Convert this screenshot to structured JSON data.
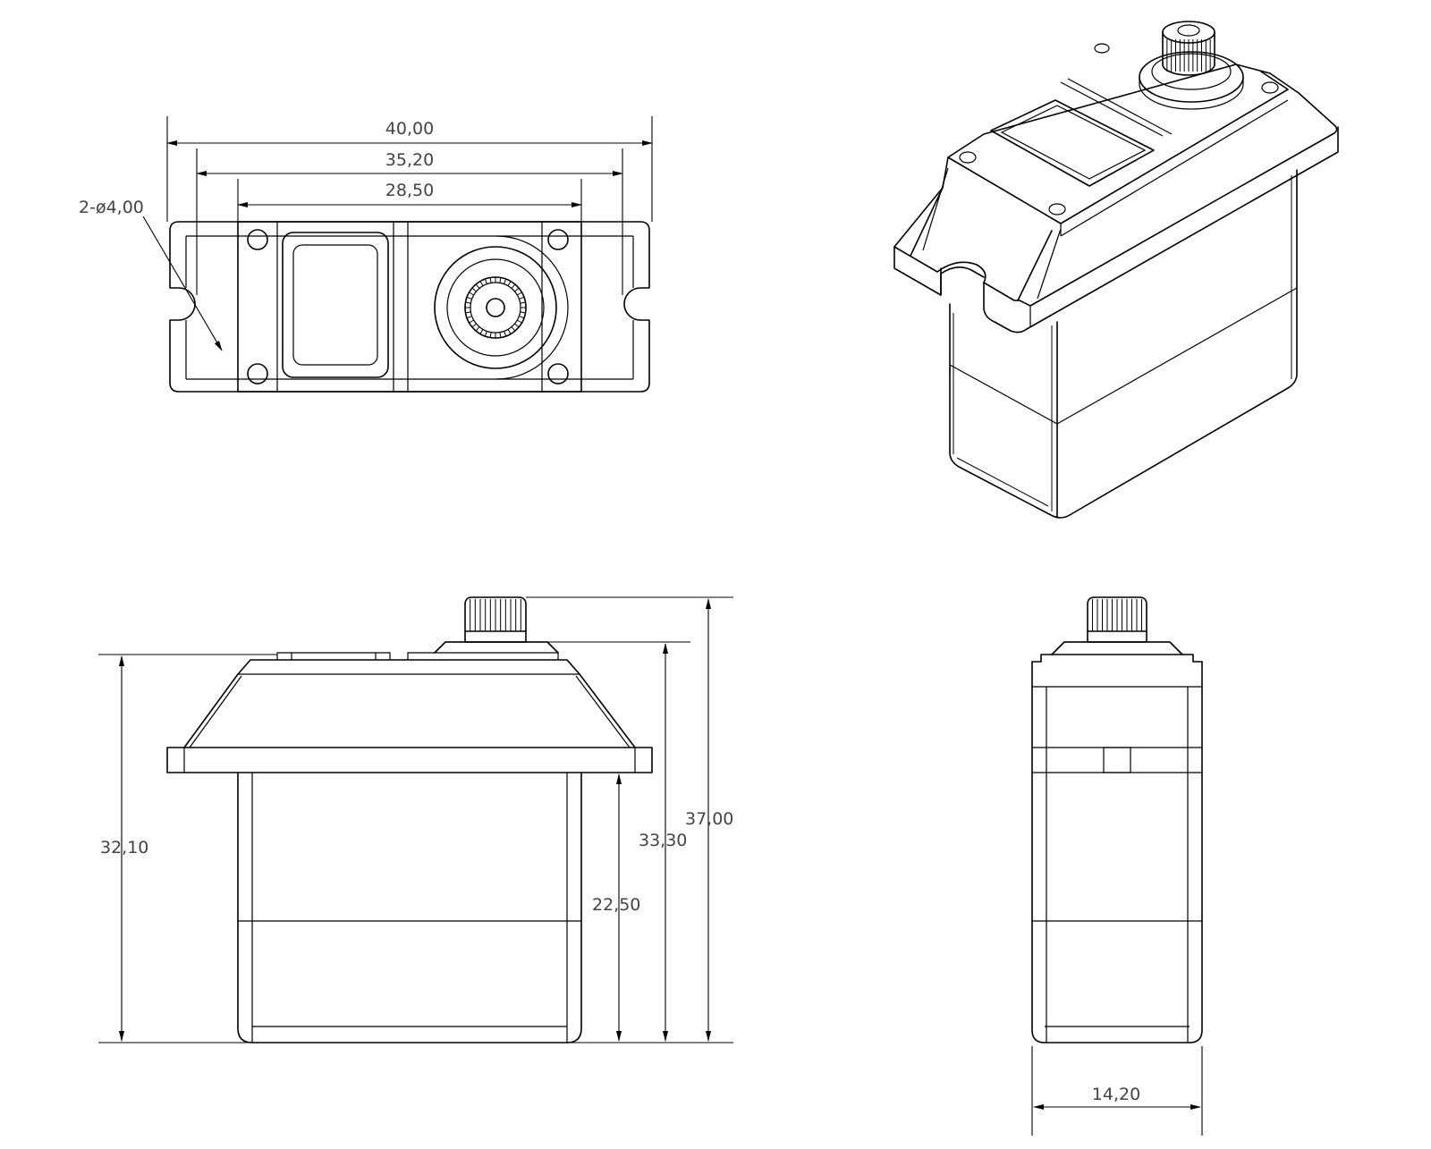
{
  "dimensions": {
    "top_overall_width": "40,00",
    "top_hole_pitch": "35,20",
    "top_screw_pitch": "28,50",
    "mount_holes": "2-ø4,00",
    "front_flange_to_bottom": "32,10",
    "front_spline_base": "33,30",
    "front_overall_height": "37,00",
    "front_body_height": "22,50",
    "side_width": "14,20"
  }
}
